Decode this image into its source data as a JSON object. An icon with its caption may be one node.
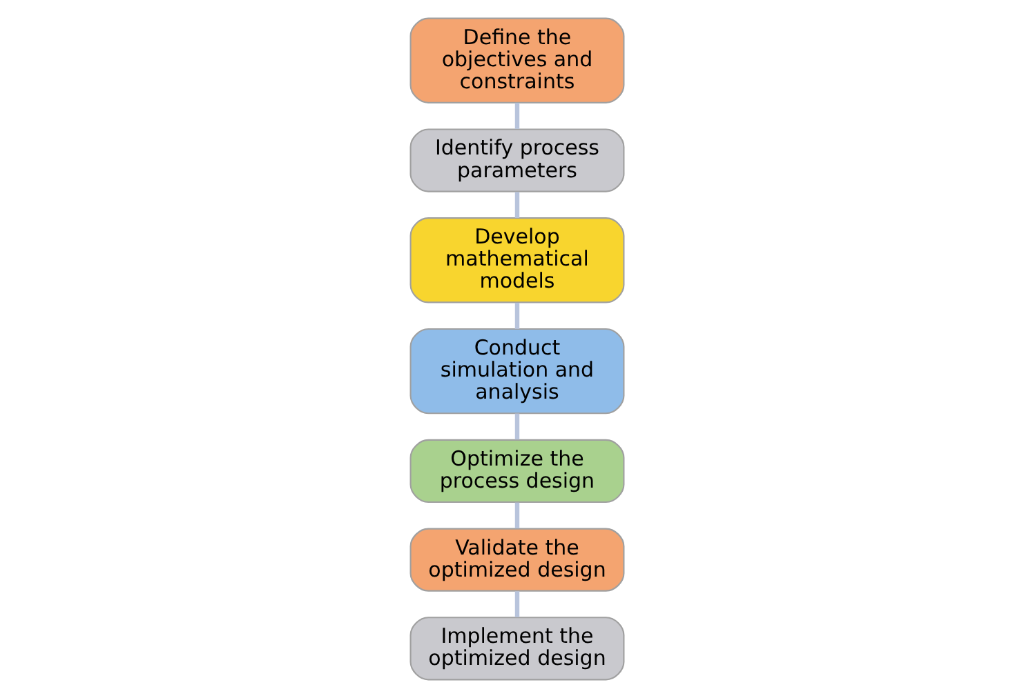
{
  "diagram": {
    "nodes": [
      {
        "text": [
          "Define the objectives and constraints"
        ]
      },
      {
        "text": [
          "Identify process parameters"
        ]
      },
      {
        "text": [
          "Develop mathematical models"
        ]
      },
      {
        "text": [
          "Conduct simulation and analysis"
        ]
      },
      {
        "text": [
          "Optimize the process design"
        ]
      },
      {
        "text": [
          "Validate the optimized design"
        ]
      },
      {
        "text": [
          "Implement the optimized design"
        ]
      }
    ],
    "edges": [
      {
        "from": 0,
        "to": 1,
        "arrow": "none"
      },
      {
        "from": 1,
        "to": 2,
        "arrow": "none"
      },
      {
        "from": 2,
        "to": 3,
        "arrow": "none"
      },
      {
        "from": 3,
        "to": 4,
        "arrow": "none"
      },
      {
        "from": 4,
        "to": 5,
        "arrow": "none"
      },
      {
        "from": 5,
        "to": 6,
        "arrow": "none"
      }
    ]
  }
}
